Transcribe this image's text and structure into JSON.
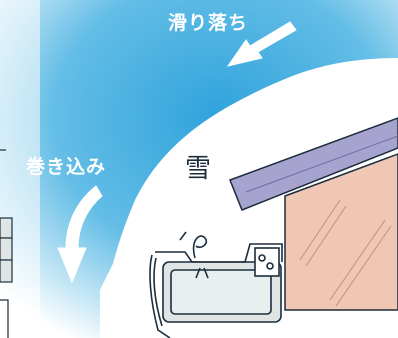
{
  "labels": {
    "slide_off": "滑り落ち",
    "wrap_around": "巻き込み",
    "snow": "雪"
  },
  "colors": {
    "sky_blue": "#2fa3dc",
    "snow_white": "#ffffff",
    "roof_purple": "#a7a3cf",
    "wall_pink": "#f0c7b4",
    "gutter_gray": "#dfe5e5",
    "outline": "#1c2d3c"
  },
  "icons": {
    "slide_arrow": "arrow-down-left-icon",
    "wrap_arrow": "curved-arrow-down-icon"
  }
}
